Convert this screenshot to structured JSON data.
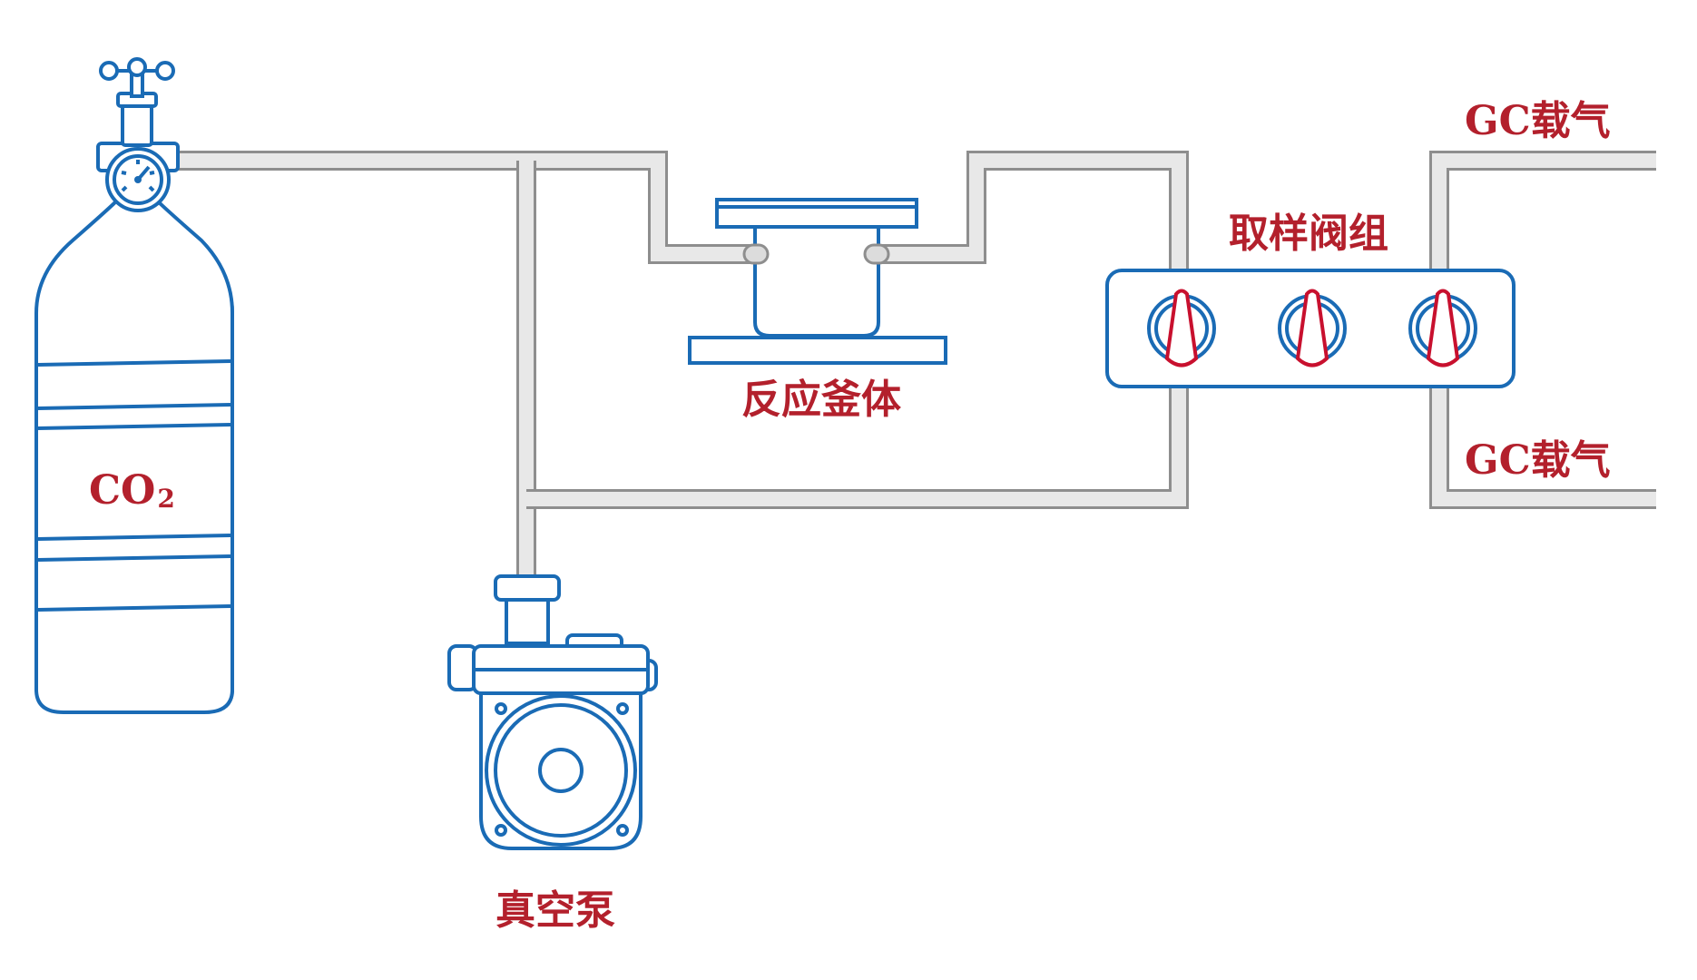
{
  "labels": {
    "co2_main": "CO",
    "co2_sub": "2",
    "reactor": "反应釜体",
    "sampling_valves": "取样阀组",
    "gc_carrier_top": "GC载气",
    "gc_carrier_bottom": "GC载气",
    "vacuum_pump": "真空泵"
  },
  "colors": {
    "label": "#b3202c",
    "outline": "#1a6bb5",
    "pipe_outer": "#8e8e8e",
    "pipe_inner": "#e8e8e8",
    "valve_handle": "#c8102e"
  }
}
